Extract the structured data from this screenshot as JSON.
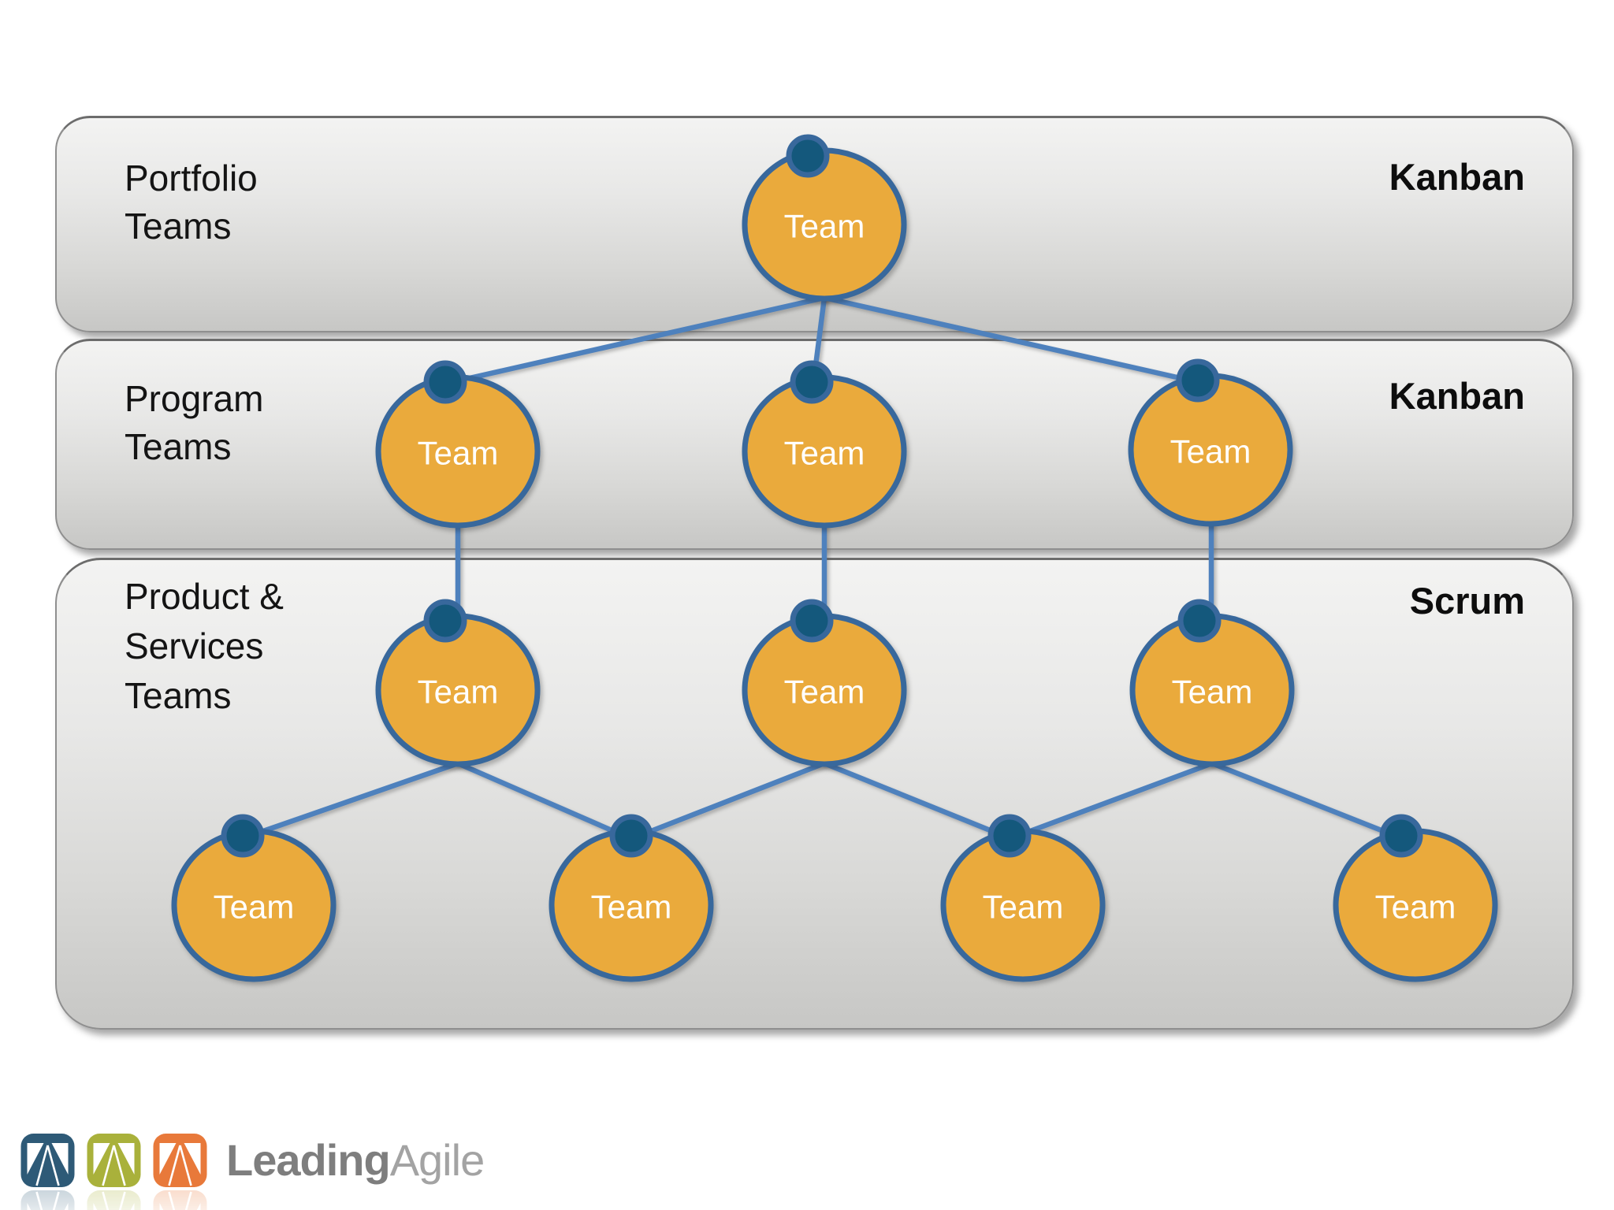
{
  "slide": {
    "bands": [
      {
        "label_lines": [
          "Portfolio",
          "Teams"
        ],
        "method": "Kanban"
      },
      {
        "label_lines": [
          "Program",
          "Teams"
        ],
        "method": "Kanban"
      },
      {
        "label_lines": [
          "Product &",
          "Services",
          "Teams"
        ],
        "method": "Scrum"
      }
    ],
    "teams": {
      "portfolio": [
        "Team"
      ],
      "program": [
        "Team",
        "Team",
        "Team"
      ],
      "product_services": [
        "Team",
        "Team",
        "Team"
      ],
      "delivery": [
        "Team",
        "Team",
        "Team",
        "Team"
      ]
    }
  },
  "logo": {
    "leading": "Leading",
    "agile": "Agile"
  },
  "colors": {
    "accent_orange": "#EAAA3C",
    "circle_border": "#38689C",
    "lead_dot": "#14587C",
    "connector": "#4E81BD",
    "logo_blue": "#2E5A77",
    "logo_olive": "#A9B13B",
    "logo_orange": "#E8793A",
    "logo_text_bold": "#7E7E7E",
    "logo_text_light": "#A3A3A3"
  }
}
